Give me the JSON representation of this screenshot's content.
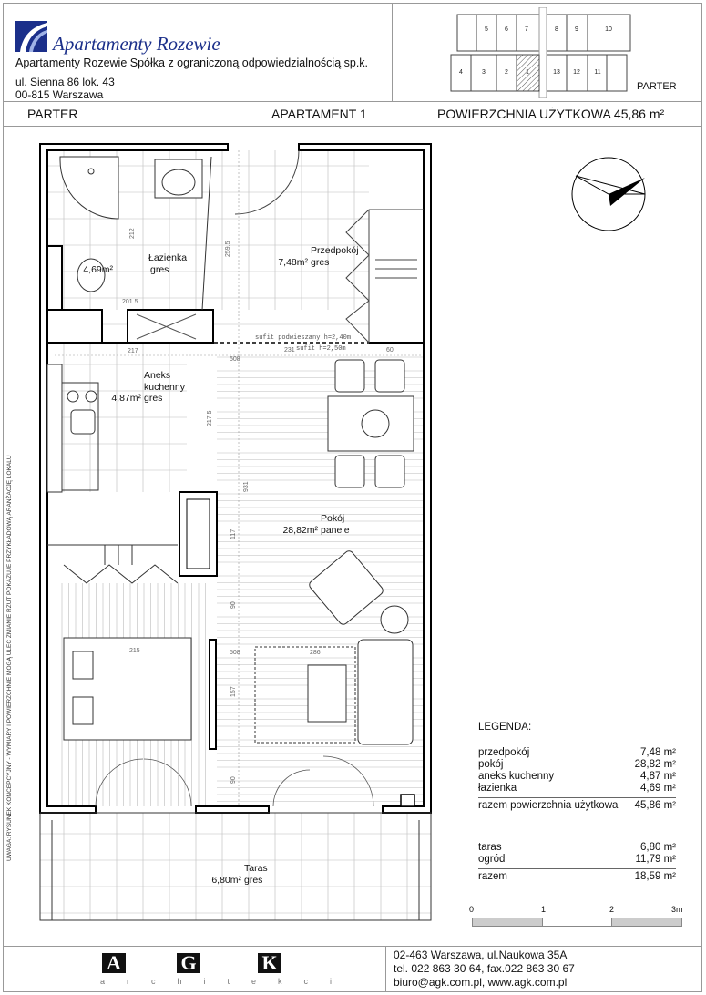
{
  "header": {
    "logo_text": "Apartamenty Rozewie",
    "company": "Apartamenty Rozewie Spółka z ograniczoną odpowiedzialnością sp.k.",
    "address_line1": "ul. Sienna 86 lok. 43",
    "address_line2": "00-815 Warszawa",
    "keyplan_label": "PARTER",
    "keyplan_units_top": [
      "5",
      "6",
      "7",
      "8",
      "9",
      "10"
    ],
    "keyplan_units_bottom": [
      "4",
      "3",
      "2",
      "1",
      "13",
      "12",
      "11"
    ],
    "keyplan_highlighted_unit": "1"
  },
  "title_bar": {
    "floor": "PARTER",
    "apartment": "APARTAMENT 1",
    "area": "POWIERZCHNIA UŻYTKOWA 45,86 m²"
  },
  "rooms": {
    "bathroom": {
      "name": "Łazienka",
      "area": "4,69m²",
      "finish": "gres"
    },
    "hall": {
      "name": "Przedpokój",
      "area": "7,48m²",
      "finish": "gres"
    },
    "kitchen": {
      "name": "Aneks kuchenny",
      "name_line1": "Aneks",
      "name_line2": "kuchenny",
      "area": "4,87m²",
      "finish": "gres"
    },
    "living": {
      "name": "Pokój",
      "area": "28,82m²",
      "finish": "panele"
    },
    "terrace": {
      "name": "Taras",
      "area": "6,80m²",
      "finish": "gres"
    }
  },
  "ceiling_notes": {
    "suspended": "sufit podwieszany h=2,40m",
    "standard": "sufit h=2,50m"
  },
  "dimensions": {
    "d212": "212",
    "d2595": "259.5",
    "d2015": "201.5",
    "d217": "217",
    "d508a": "508",
    "d231": "231",
    "d60": "60",
    "d2175": "217.5",
    "d931": "931",
    "d117": "117",
    "d90a": "90",
    "d215": "215",
    "d508b": "508",
    "d286": "286",
    "d157": "157",
    "d90b": "90"
  },
  "note": "UWAGA: RYSUNEK KONCEPCYJNY - WYMIARY I POWIERZCHNIE MOGĄ ULEC ZMIANIE  RZUT POKAZUJE PRZYKŁADOWĄ ARANŻACJĘ LOKALU",
  "legend": {
    "title": "LEGENDA:",
    "rooms": [
      {
        "label": "przedpokój",
        "value": "7,48 m²"
      },
      {
        "label": "pokój",
        "value": "28,82 m²"
      },
      {
        "label": "aneks kuchenny",
        "value": "4,87 m²"
      },
      {
        "label": "łazienka",
        "value": "4,69 m²"
      }
    ],
    "total": {
      "label": "razem powierzchnia użytkowa",
      "value": "45,86 m²"
    },
    "outdoor": [
      {
        "label": "taras",
        "value": "6,80 m²"
      },
      {
        "label": "ogród",
        "value": "11,79 m²"
      }
    ],
    "outdoor_total": {
      "label": "razem",
      "value": "18,59 m²"
    }
  },
  "scale": {
    "ticks": [
      "0",
      "1",
      "2",
      "3m"
    ]
  },
  "footer": {
    "logo_letters": [
      "A",
      "G",
      "K"
    ],
    "logo_sub": "architekci",
    "address": "02-463 Warszawa, ul.Naukowa 35A",
    "phone": "tel. 022 863 30 64, fax.022 863 30 67",
    "web": "biuro@agk.com.pl, www.agk.com.pl"
  }
}
